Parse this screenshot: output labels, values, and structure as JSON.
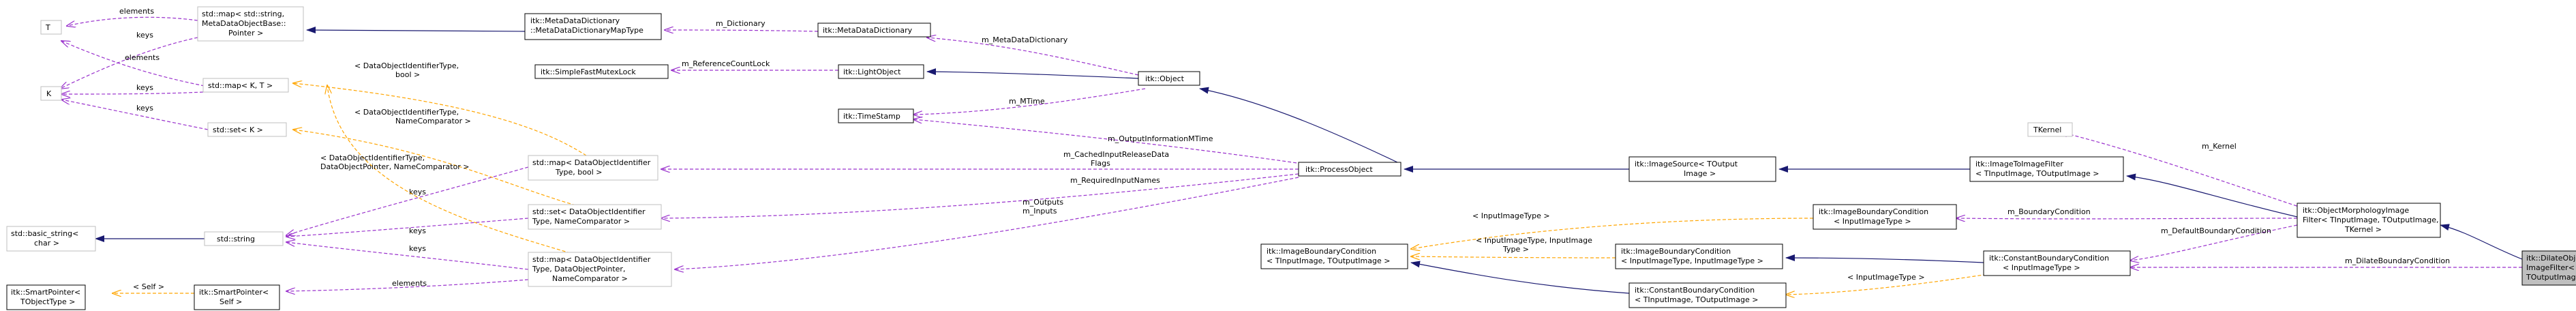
{
  "colors": {
    "inherit": "#191970",
    "usage": "#9a32cd",
    "template": "#ffa500",
    "muted_border": "#bfbfbf",
    "root_fill": "#bfbfbf"
  },
  "nodes": [
    {
      "id": "T",
      "lines": [
        "T"
      ],
      "muted": true
    },
    {
      "id": "K",
      "lines": [
        "K"
      ],
      "muted": true
    },
    {
      "id": "map_string",
      "lines": [
        "std::map< std::string,",
        "MetaDataObjectBase::",
        "Pointer >"
      ],
      "muted": true
    },
    {
      "id": "map_kt",
      "lines": [
        "std::map< K, T >"
      ],
      "muted": true
    },
    {
      "id": "set_k",
      "lines": [
        "std::set< K >"
      ],
      "muted": true
    },
    {
      "id": "basic_string",
      "lines": [
        "std::basic_string<",
        "char >"
      ],
      "muted": true
    },
    {
      "id": "smartptr_tobj",
      "lines": [
        "itk::SmartPointer<",
        "TObjectType >"
      ],
      "muted": false
    },
    {
      "id": "std_string",
      "lines": [
        "std::string"
      ],
      "muted": true
    },
    {
      "id": "smartptr_self",
      "lines": [
        "itk::SmartPointer<",
        "Self >"
      ],
      "muted": false
    },
    {
      "id": "mdd_maptype",
      "lines": [
        "itk::MetaDataDictionary",
        "::MetaDataDictionaryMapType"
      ],
      "muted": false
    },
    {
      "id": "mutexlock",
      "lines": [
        "itk::SimpleFastMutexLock"
      ],
      "muted": false
    },
    {
      "id": "timestamp",
      "lines": [
        "itk::TimeStamp"
      ],
      "muted": false
    },
    {
      "id": "map_doi_bool",
      "lines": [
        "std::map< DataObjectIdentifier",
        "Type, bool >"
      ],
      "muted": true
    },
    {
      "id": "set_doi",
      "lines": [
        "std::set< DataObjectIdentifier",
        "Type, NameComparator >"
      ],
      "muted": true
    },
    {
      "id": "map_doi_ptr",
      "lines": [
        "std::map< DataObjectIdentifier",
        "Type, DataObjectPointer,",
        "NameComparator >"
      ],
      "muted": true
    },
    {
      "id": "mdd",
      "lines": [
        "itk::MetaDataDictionary"
      ],
      "muted": false
    },
    {
      "id": "lightobject",
      "lines": [
        "itk::LightObject"
      ],
      "muted": false
    },
    {
      "id": "object",
      "lines": [
        "itk::Object"
      ],
      "muted": false
    },
    {
      "id": "processobject",
      "lines": [
        "itk::ProcessObject"
      ],
      "muted": false
    },
    {
      "id": "ibc_tin_tout",
      "lines": [
        "itk::ImageBoundaryCondition",
        "< TInputImage, TOutputImage >"
      ],
      "muted": false
    },
    {
      "id": "imagesource",
      "lines": [
        "itk::ImageSource< TOutput",
        "Image >"
      ],
      "muted": false
    },
    {
      "id": "ibc_ii",
      "lines": [
        "itk::ImageBoundaryCondition",
        "< InputImageType, InputImageType >"
      ],
      "muted": false
    },
    {
      "id": "cbc_tin_tout",
      "lines": [
        "itk::ConstantBoundaryCondition",
        "< TInputImage, TOutputImage >"
      ],
      "muted": false
    },
    {
      "id": "ibc_i",
      "lines": [
        "itk::ImageBoundaryCondition",
        "< InputImageType >"
      ],
      "muted": false
    },
    {
      "id": "imagetoimage",
      "lines": [
        "itk::ImageToImageFilter",
        "< TInputImage, TOutputImage >"
      ],
      "muted": false
    },
    {
      "id": "cbc_i",
      "lines": [
        "itk::ConstantBoundaryCondition",
        "< InputImageType >"
      ],
      "muted": false
    },
    {
      "id": "tkernel",
      "lines": [
        "TKernel"
      ],
      "muted": true
    },
    {
      "id": "omif",
      "lines": [
        "itk::ObjectMorphologyImage",
        "Filter< TInputImage, TOutputImage,",
        "TKernel >"
      ],
      "muted": false
    },
    {
      "id": "dilate",
      "lines": [
        "itk::DilateObjectMorphology",
        "ImageFilter< TInputImage,",
        "TOutputImage, TKernel >"
      ],
      "muted": false,
      "root": true
    }
  ],
  "edge_labels": [
    {
      "id": "elements1",
      "lines": [
        "elements"
      ]
    },
    {
      "id": "keys1",
      "lines": [
        "keys"
      ]
    },
    {
      "id": "elements2",
      "lines": [
        "elements"
      ]
    },
    {
      "id": "keys2",
      "lines": [
        "keys"
      ]
    },
    {
      "id": "keys3",
      "lines": [
        "keys"
      ]
    },
    {
      "id": "tpl_doi_bool",
      "lines": [
        "< DataObjectIdentifierType,",
        "bool >"
      ]
    },
    {
      "id": "tpl_doi_nc",
      "lines": [
        "< DataObjectIdentifierType,",
        "NameComparator >"
      ]
    },
    {
      "id": "tpl_doi_ptr",
      "lines": [
        "< DataObjectIdentifierType,",
        "DataObjectPointer, NameComparator >"
      ]
    },
    {
      "id": "keys4",
      "lines": [
        "keys"
      ]
    },
    {
      "id": "keys5",
      "lines": [
        "keys"
      ]
    },
    {
      "id": "keys6",
      "lines": [
        "keys"
      ]
    },
    {
      "id": "self",
      "lines": [
        "< Self >"
      ]
    },
    {
      "id": "elements3",
      "lines": [
        "elements"
      ]
    },
    {
      "id": "m_dictionary",
      "lines": [
        "m_Dictionary"
      ]
    },
    {
      "id": "m_refcountlock",
      "lines": [
        "m_ReferenceCountLock"
      ]
    },
    {
      "id": "m_metadatadictionary",
      "lines": [
        "m_MetaDataDictionary"
      ]
    },
    {
      "id": "m_mtime",
      "lines": [
        "m_MTime"
      ]
    },
    {
      "id": "m_outputinfomtime",
      "lines": [
        "m_OutputInformationMTime"
      ]
    },
    {
      "id": "m_cachedinput",
      "lines": [
        "m_CachedInputReleaseData",
        "Flags"
      ]
    },
    {
      "id": "m_requiredinput",
      "lines": [
        "m_RequiredInputNames"
      ]
    },
    {
      "id": "m_outputs",
      "lines": [
        "m_Outputs",
        "m_Inputs"
      ]
    },
    {
      "id": "tpl_inputimagetype",
      "lines": [
        "< InputImageType >"
      ]
    },
    {
      "id": "tpl_inputimagetype2",
      "lines": [
        "< InputImageType, InputImage",
        "Type >"
      ]
    },
    {
      "id": "tpl_inputimagetype3",
      "lines": [
        "< InputImageType >"
      ]
    },
    {
      "id": "m_boundarycondition",
      "lines": [
        "m_BoundaryCondition"
      ]
    },
    {
      "id": "m_kernel",
      "lines": [
        "m_Kernel"
      ]
    },
    {
      "id": "m_defaultboundary",
      "lines": [
        "m_DefaultBoundaryCondition"
      ]
    },
    {
      "id": "m_dilateboundary",
      "lines": [
        "m_DilateBoundaryCondition"
      ]
    }
  ]
}
